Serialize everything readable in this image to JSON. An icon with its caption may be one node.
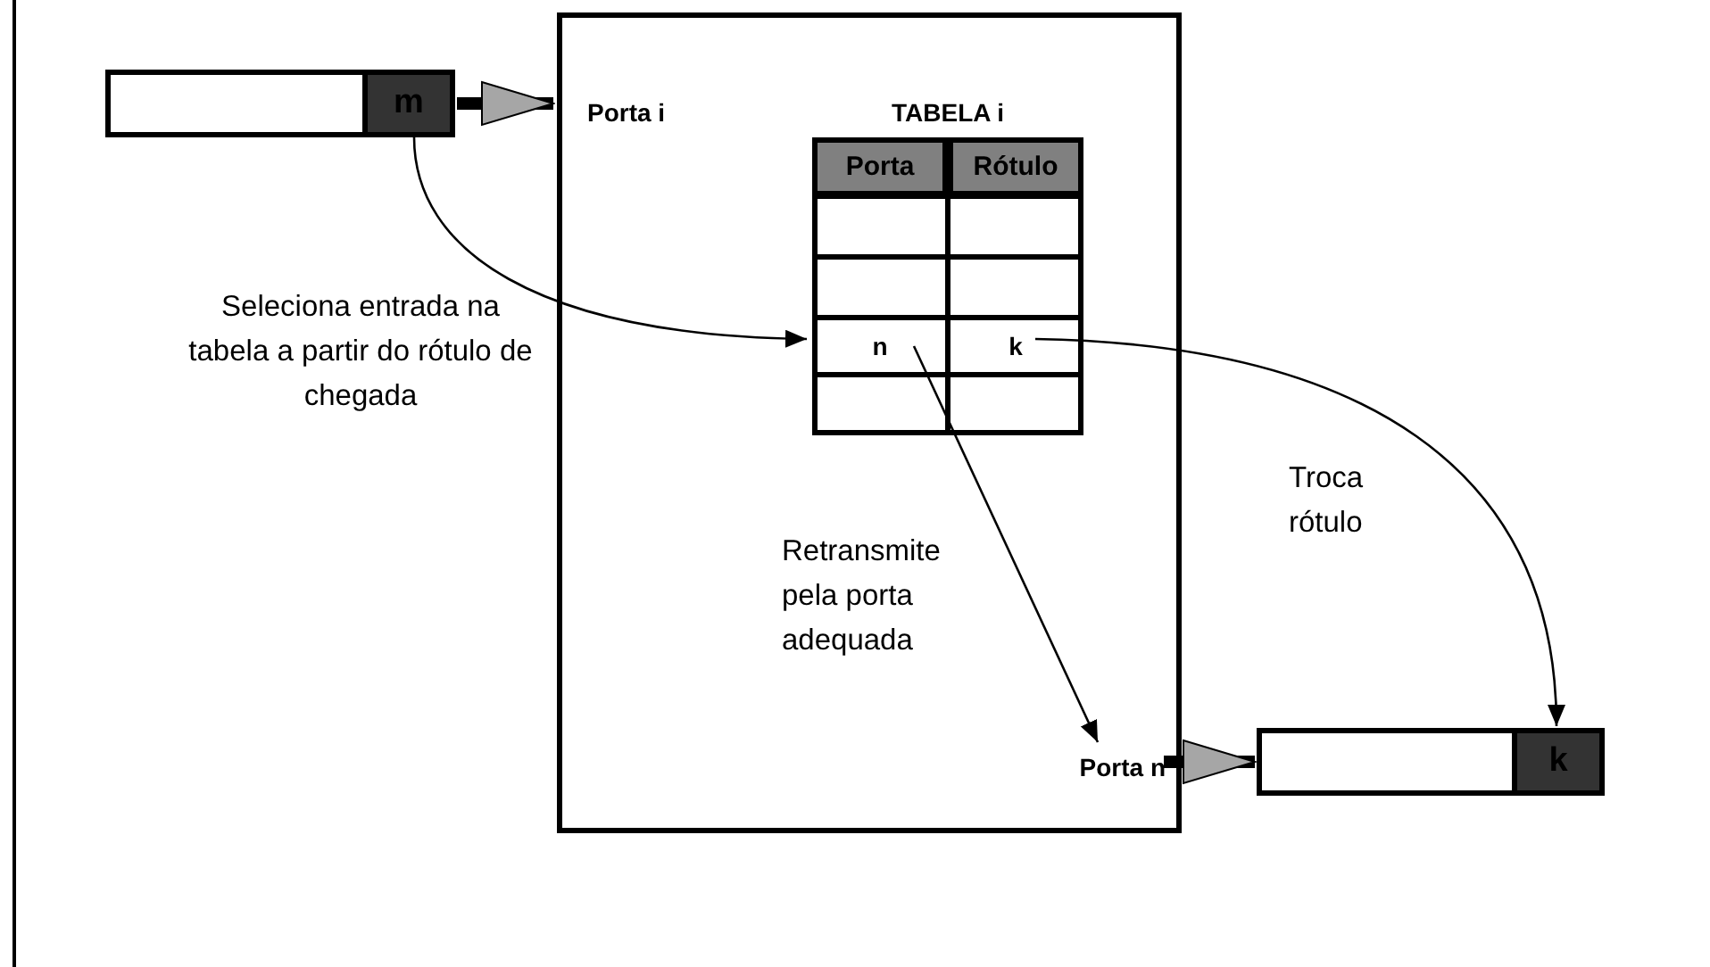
{
  "diagram": {
    "nodes": [
      {
        "text": [
          "m"
        ]
      },
      {
        "text": [],
        "shape": "box"
      },
      {
        "text": [
          "Porta i"
        ],
        "in": 1
      },
      {
        "text": [
          "TABELA i"
        ],
        "in": 1
      },
      {
        "text": [
          "Porta"
        ],
        "in": 3
      },
      {
        "text": [
          "Rótulo"
        ],
        "in": 3
      },
      {
        "text": [
          "n"
        ],
        "in": 3
      },
      {
        "text": [
          "k"
        ],
        "in": 3
      },
      {
        "text": [
          "Porta n"
        ],
        "in": 1
      },
      {
        "text": [
          "k"
        ]
      }
    ],
    "edges": [
      {
        "from": 0,
        "to": 1,
        "arrow": "to",
        "style": "thick"
      },
      {
        "from": 0,
        "to": 6,
        "arrow": "to",
        "label": "Seleciona entrada na tabela a partir do rótulo de chegada"
      },
      {
        "from": 7,
        "to": 9,
        "arrow": "to",
        "label": "Troca rótulo"
      },
      {
        "from": 6,
        "to": 8,
        "arrow": "to",
        "label": "Retransmite pela porta adequada"
      },
      {
        "from": 8,
        "to": 9,
        "arrow": "to",
        "style": "thick"
      }
    ]
  }
}
